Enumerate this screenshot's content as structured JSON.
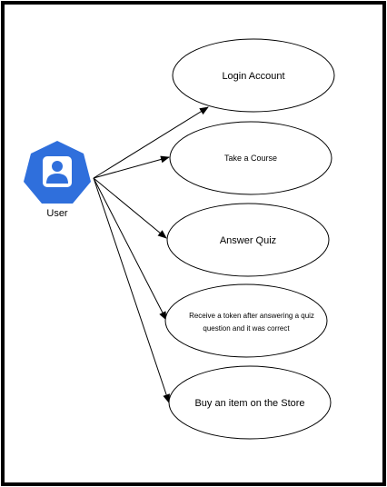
{
  "actor": {
    "label": "User",
    "icon": "user-badge-icon",
    "icon_color": "#2f6fdc"
  },
  "use_cases": [
    {
      "id": "login",
      "lines": [
        "Login Account"
      ]
    },
    {
      "id": "course",
      "lines": [
        "Take a Course"
      ]
    },
    {
      "id": "quiz",
      "lines": [
        "Answer Quiz"
      ]
    },
    {
      "id": "token",
      "lines": [
        "Receive a token after answering a quiz",
        "question and it was correct"
      ]
    },
    {
      "id": "store",
      "lines": [
        "Buy an item on the Store"
      ]
    }
  ],
  "colors": {
    "border": "#000000",
    "line": "#000000",
    "background": "#ffffff"
  }
}
